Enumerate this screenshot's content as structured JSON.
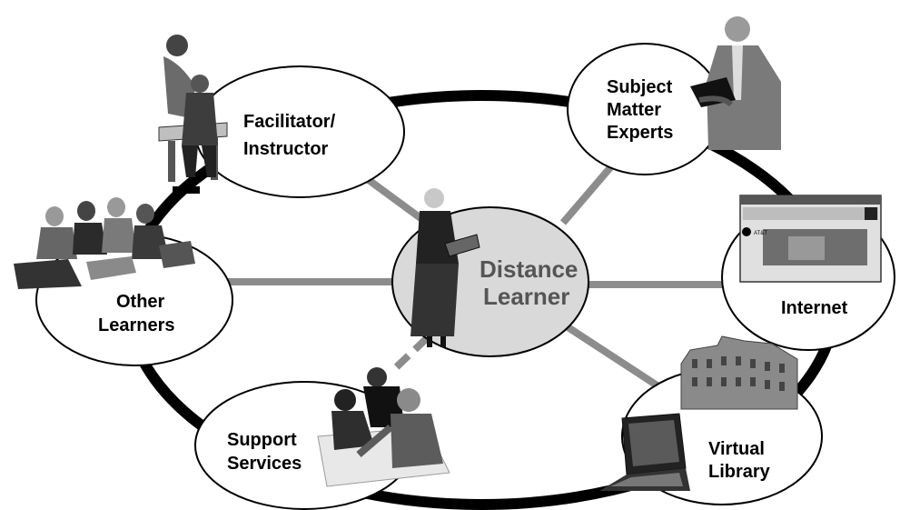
{
  "center": {
    "line1": "Distance",
    "line2": "Learner"
  },
  "nodes": {
    "facilitator": {
      "line1": "Facilitator/",
      "line2": "Instructor"
    },
    "experts": {
      "line1": "Subject",
      "line2": "Matter",
      "line3": "Experts"
    },
    "internet": {
      "label": "Internet"
    },
    "library": {
      "line1": "Virtual",
      "line2": "Library"
    },
    "support": {
      "line1": "Support",
      "line2": "Services"
    },
    "learners": {
      "line1": "Other",
      "line2": "Learners"
    }
  },
  "colors": {
    "ring": "#000000",
    "spoke": "#8c8c8c",
    "center_fill": "#d9d9d9",
    "center_text": "#555555"
  }
}
